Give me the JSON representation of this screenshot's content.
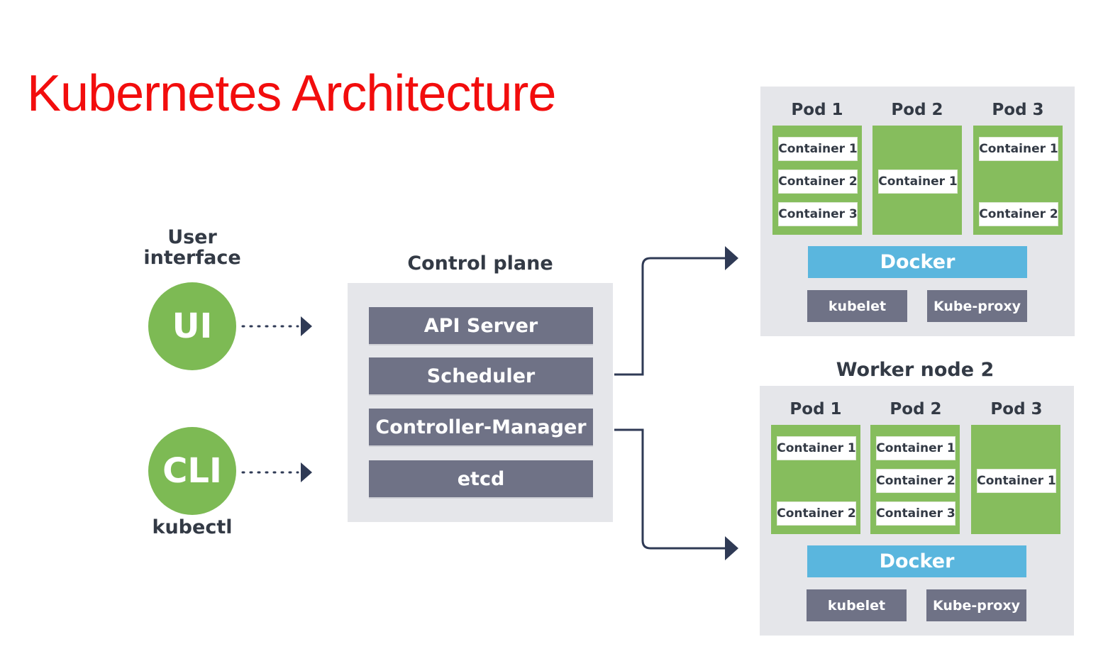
{
  "title": "Kubernetes Architecture",
  "user_interface": {
    "label": "User interface",
    "ui_circle": "UI",
    "cli_circle": "CLI",
    "cli_label": "kubectl"
  },
  "control_plane": {
    "title": "Control plane",
    "components": [
      "API Server",
      "Scheduler",
      "Controller-Manager",
      "etcd"
    ]
  },
  "worker_nodes": [
    {
      "title": "",
      "pods": [
        {
          "name": "Pod 1",
          "containers": [
            "Container 1",
            "Container 2",
            "Container 3"
          ]
        },
        {
          "name": "Pod 2",
          "containers": [
            "Container 1"
          ]
        },
        {
          "name": "Pod 3",
          "containers": [
            "Container 1",
            "Container 2"
          ]
        }
      ],
      "runtime": "Docker",
      "agents": [
        "kubelet",
        "Kube-proxy"
      ]
    },
    {
      "title": "Worker node 2",
      "pods": [
        {
          "name": "Pod 1",
          "containers": [
            "Container 1",
            "Container 2"
          ]
        },
        {
          "name": "Pod 2",
          "containers": [
            "Container 1",
            "Container 2",
            "Container 3"
          ]
        },
        {
          "name": "Pod 3",
          "containers": [
            "Container 1"
          ]
        }
      ],
      "runtime": "Docker",
      "agents": [
        "kubelet",
        "Kube-proxy"
      ]
    }
  ],
  "colors": {
    "title": "#f20d0d",
    "green": "#7dba54",
    "pod_green": "#86bd5d",
    "slate": "#6f7286",
    "docker_blue": "#5ab6de",
    "panel_gray": "#e5e6ea",
    "arrow": "#2f3a55"
  }
}
